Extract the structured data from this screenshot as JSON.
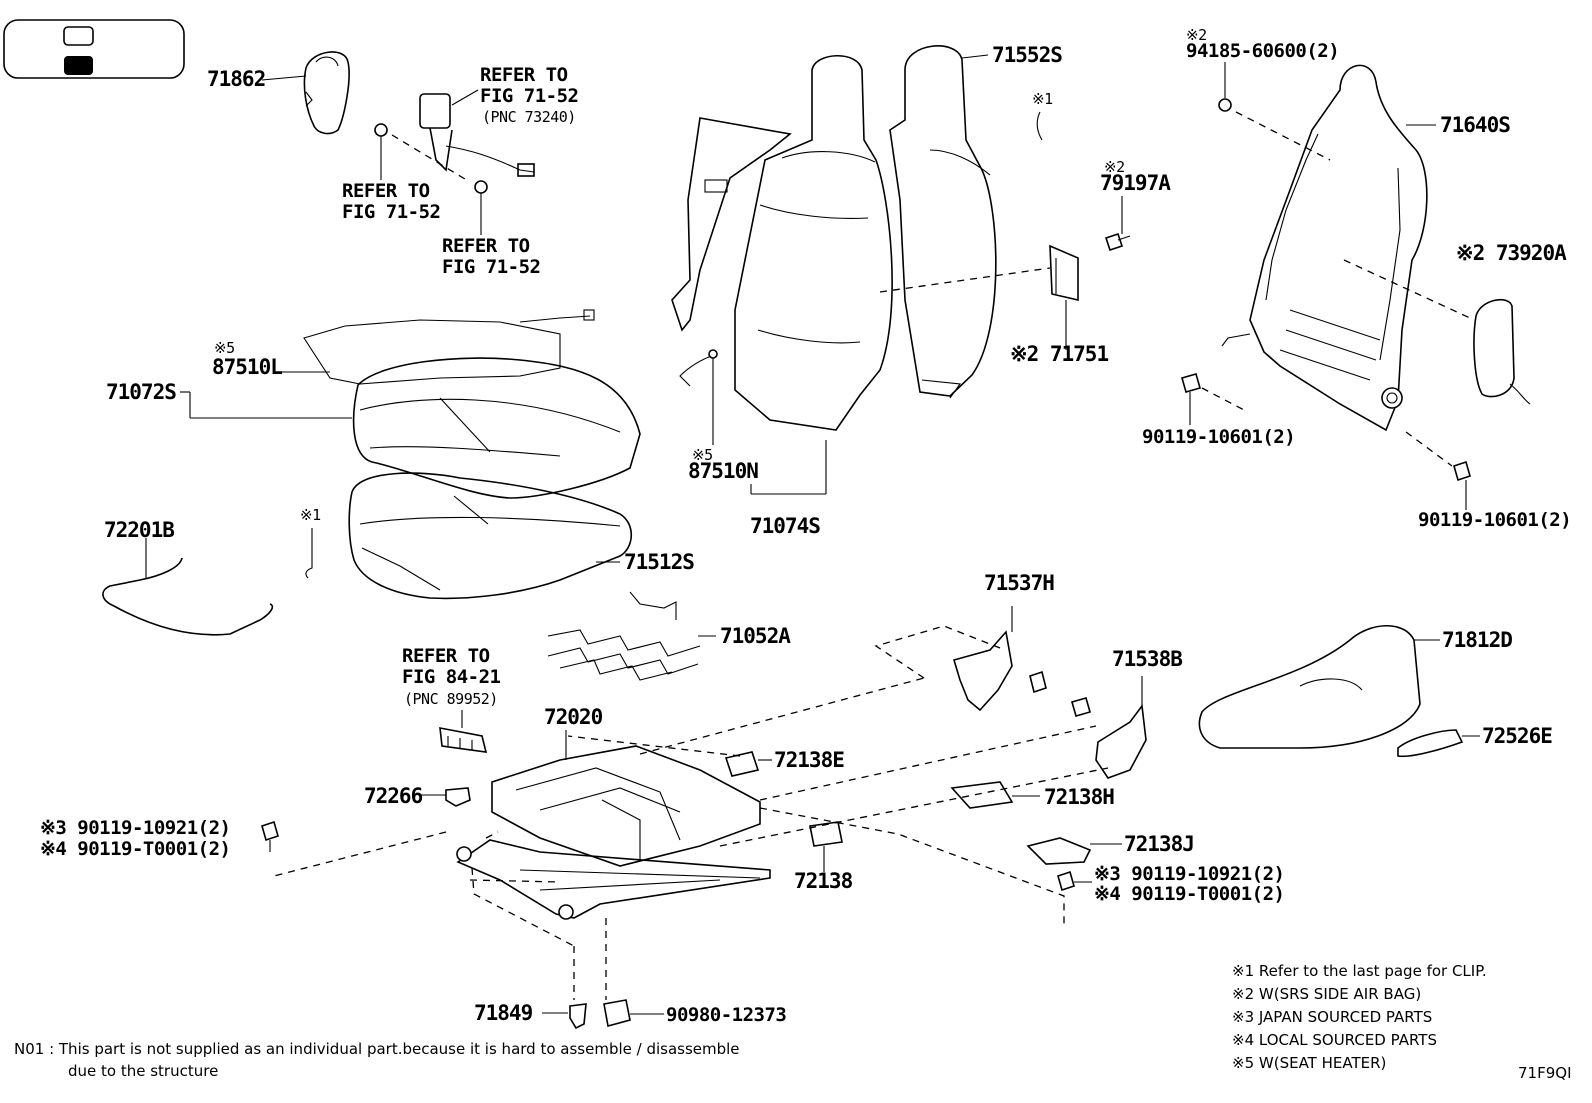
{
  "legend_box": {
    "icons": [
      "empty-seat-icon",
      "filled-seat-icon"
    ]
  },
  "parts": {
    "p71862": "71862",
    "refer_belt_a_line1": "REFER TO",
    "refer_belt_a_line2": "FIG 71-52",
    "refer_belt_a_line3": "(PNC 73240)",
    "refer_belt_b_line1": "REFER TO",
    "refer_belt_b_line2": "FIG 71-52",
    "refer_belt_c_line1": "REFER TO",
    "refer_belt_c_line2": "FIG 71-52",
    "p71552S": "71552S",
    "mark1_clip_top": "※1",
    "mark2_79197A": "※2",
    "p79197A": "79197A",
    "p71751": "※2 71751",
    "mark2_94185": "※2",
    "p94185": "94185-60600(2)",
    "p71640S": "71640S",
    "p73920A": "※2 73920A",
    "p90119_a": "90119-10601(2)",
    "p90119_b": "90119-10601(2)",
    "mark5_87510L": "※5",
    "p87510L": "87510L",
    "p71072S": "71072S",
    "mark5_87510N": "※5",
    "p87510N": "87510N",
    "p71074S": "71074S",
    "p72201B": "72201B",
    "mark1_clip_mid": "※1",
    "p71512S": "71512S",
    "p71052A": "71052A",
    "p71537H": "71537H",
    "p71538B": "71538B",
    "p71812D": "71812D",
    "p72526E": "72526E",
    "refer_adj_line1": "REFER TO",
    "refer_adj_line2": "FIG 84-21",
    "refer_adj_line3": "(PNC 89952)",
    "p72020": "72020",
    "p72138E": "72138E",
    "p72266": "72266",
    "p72138H": "72138H",
    "p72138J": "72138J",
    "bolt_left_a": "※3 90119-10921(2)",
    "bolt_left_b": "※4 90119-T0001(2)",
    "bolt_right_a": "※3 90119-10921(2)",
    "bolt_right_b": "※4 90119-T0001(2)",
    "p72138": "72138",
    "p71849": "71849",
    "p90980": "90980-12373"
  },
  "footnotes": {
    "n1": "※1  Refer to the last page for CLIP.",
    "n2": "※2  W(SRS SIDE AIR BAG)",
    "n3": "※3  JAPAN SOURCED PARTS",
    "n4": "※4  LOCAL SOURCED PARTS",
    "n5": "※5  W(SEAT HEATER)"
  },
  "bottom_note": {
    "line1": "N01 : This part is not supplied as an individual part.because it is hard to assemble / disassemble",
    "line2": "due to the structure"
  },
  "figure_code": "71F9QI"
}
